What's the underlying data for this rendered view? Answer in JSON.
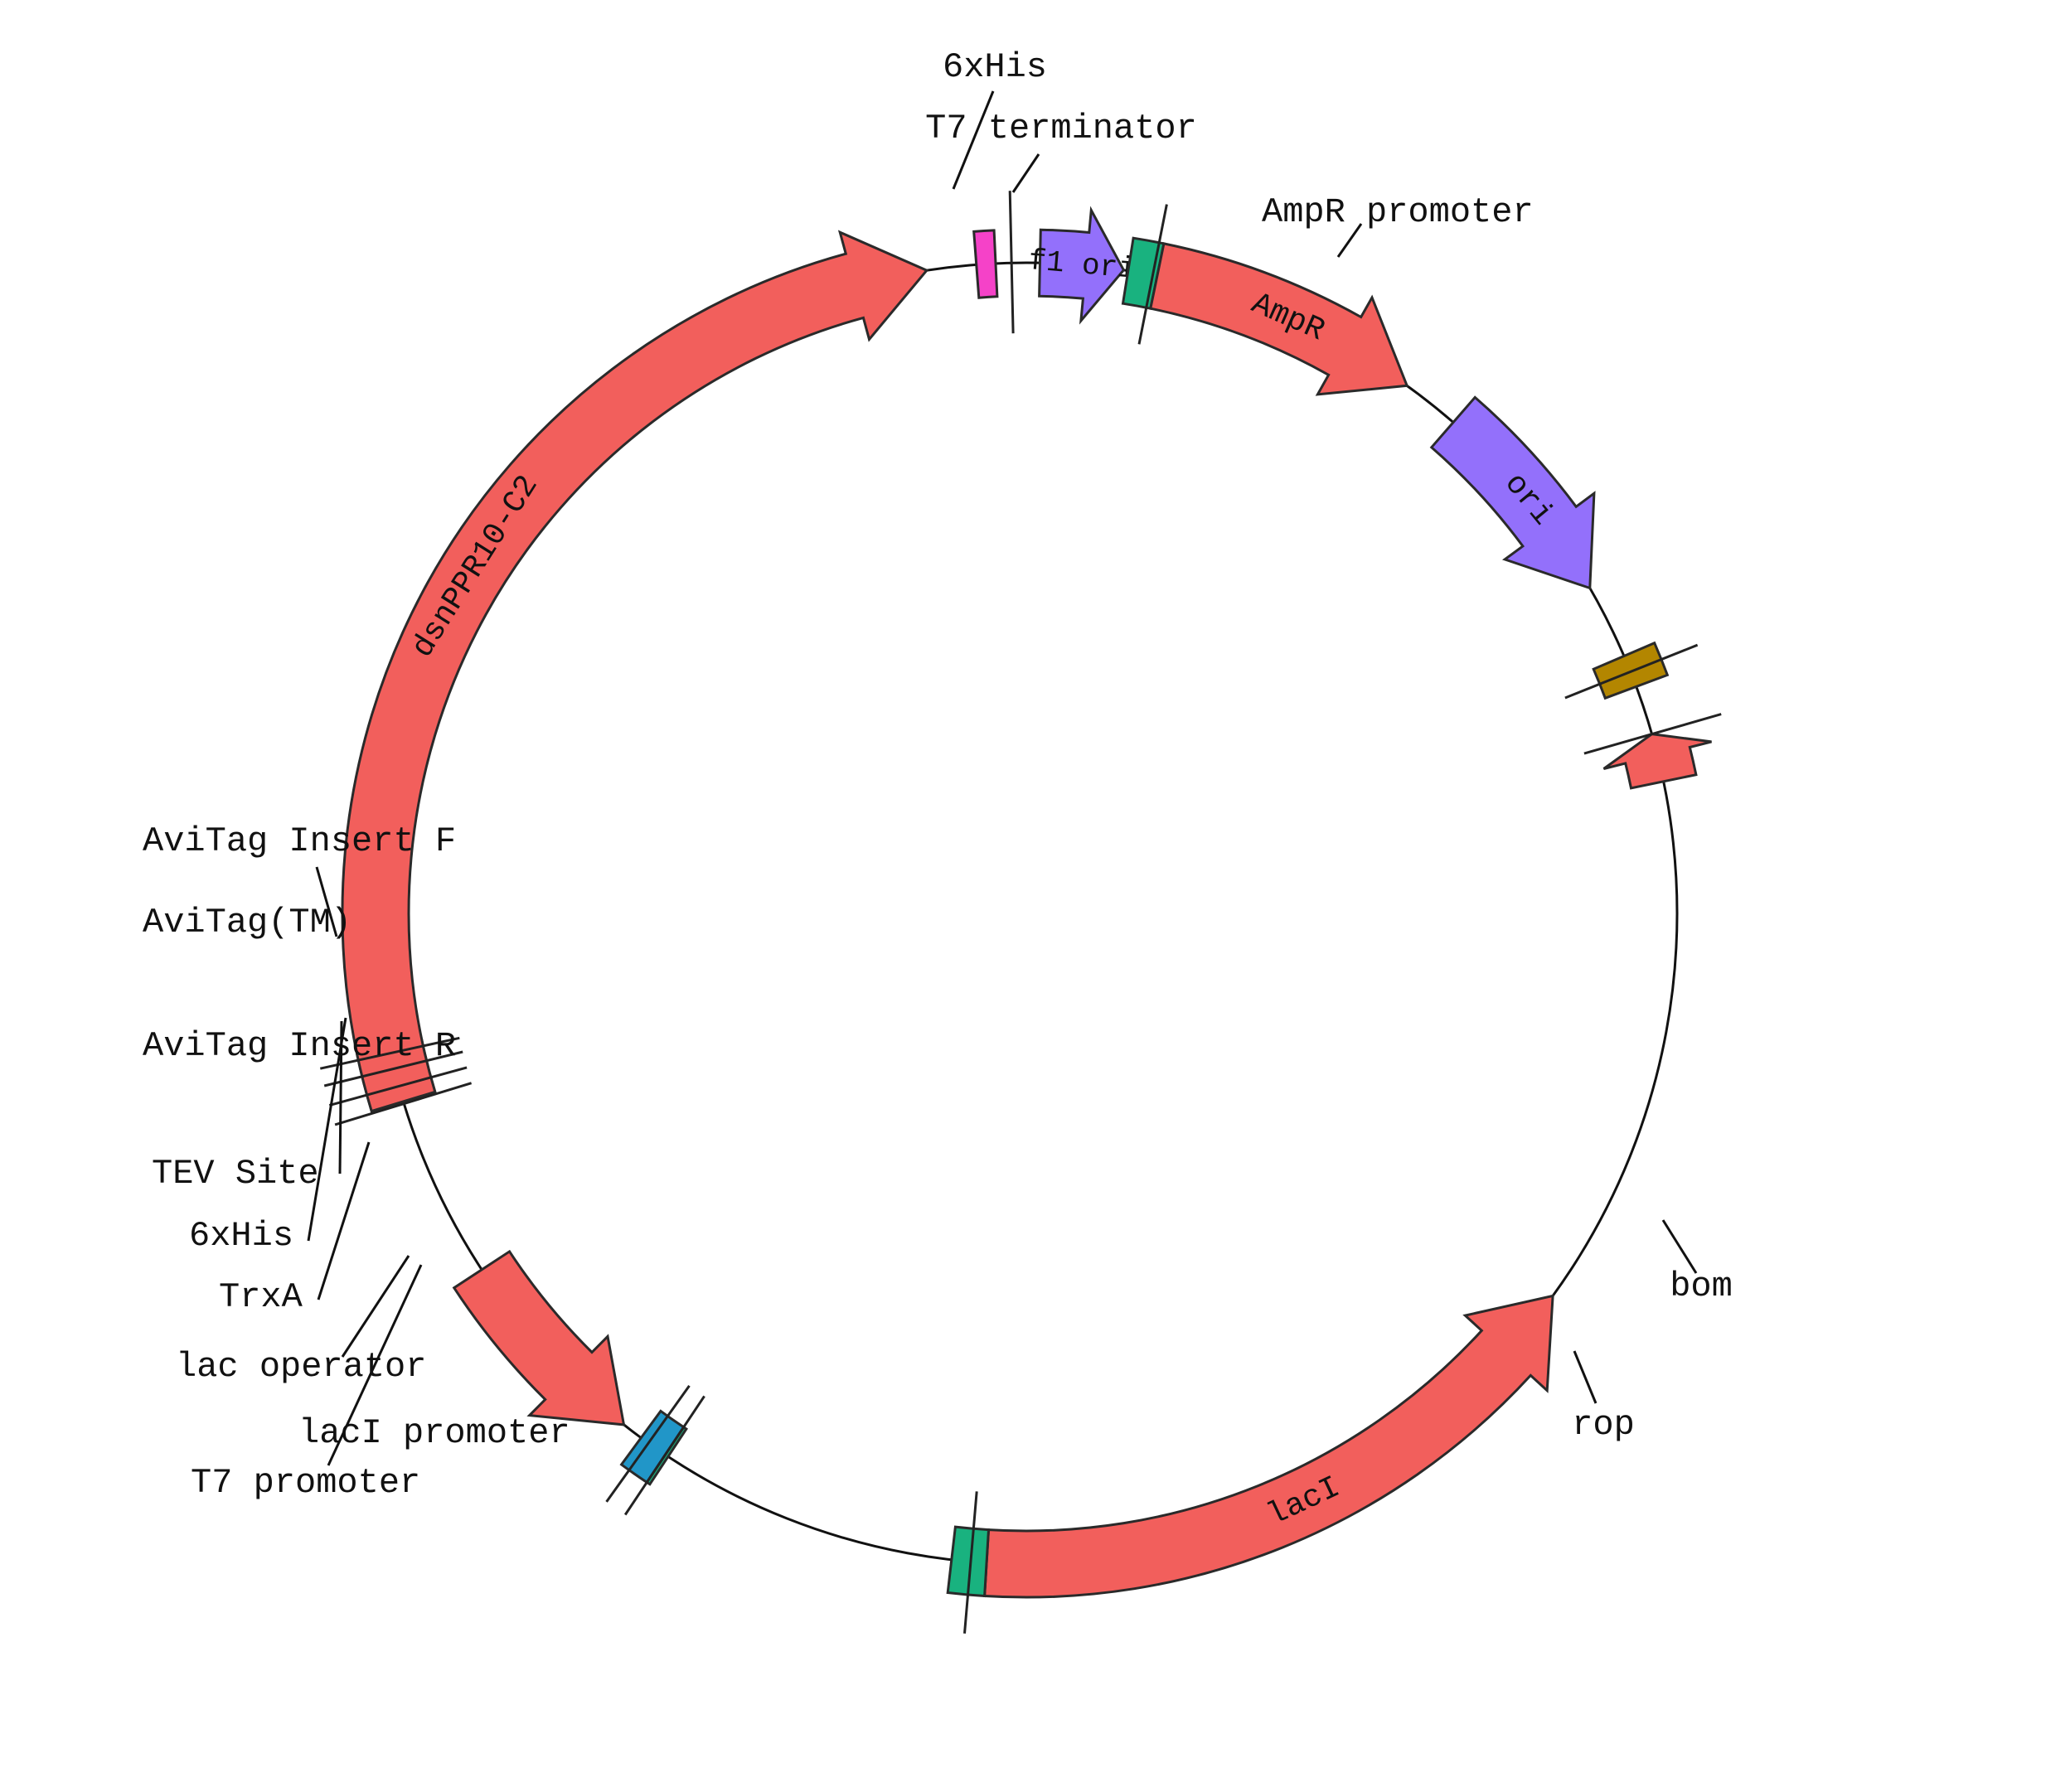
{
  "features": [
    {
      "id": "f1ori",
      "name": "f1 ori",
      "label": "f1 ori",
      "type": "arrow",
      "dir": 1,
      "start": 1.2,
      "end": 8.6,
      "color": "#9370fb",
      "inside": true,
      "font": 36
    },
    {
      "id": "ampr_promoter",
      "name": "AmpR promoter",
      "label": "AmpR promoter",
      "type": "block",
      "start": 9.0,
      "end": 11.6,
      "color": "#19b27f"
    },
    {
      "id": "ampr",
      "name": "AmpR",
      "label": "AmpR",
      "type": "arrow",
      "dir": 1,
      "start": 11.6,
      "end": 35.8,
      "color": "#f25f5c",
      "inside": true,
      "font": 38
    },
    {
      "id": "ori",
      "name": "ori",
      "label": "ori",
      "type": "arrow",
      "dir": 1,
      "start": 41.0,
      "end": 60.0,
      "color": "#9370fb",
      "inside": true,
      "font": 38
    },
    {
      "id": "bom",
      "name": "bom",
      "label": "bom",
      "type": "block",
      "start": 66.7,
      "end": 69.6,
      "color": "#b38600"
    },
    {
      "id": "rop",
      "name": "rop",
      "label": "rop",
      "type": "arrow",
      "dir": -1,
      "start": 74.0,
      "end": 78.3,
      "color": "#f25f5c"
    },
    {
      "id": "laci",
      "name": "lacI",
      "label": "lacI",
      "type": "arrow",
      "dir": -1,
      "start": 126.0,
      "end": 183.5,
      "color": "#f25f5c",
      "inside": true,
      "font": 38
    },
    {
      "id": "laci_promoter",
      "name": "lacI promoter",
      "label": "lacI promoter",
      "type": "block",
      "start": 183.5,
      "end": 186.6,
      "color": "#19b27f"
    },
    {
      "id": "t7_promoter",
      "name": "T7 promoter",
      "label": "T7 promoter",
      "type": "block",
      "start": 213.4,
      "end": 215.0,
      "color": "#19b27f"
    },
    {
      "id": "lac_operator",
      "name": "lac operator",
      "label": "lac operator",
      "type": "block",
      "start": 213.7,
      "end": 216.3,
      "color": "#2196c8"
    },
    {
      "id": "trxa",
      "name": "TrxA",
      "label": "TrxA",
      "type": "arrow",
      "dir": -1,
      "start": 218.2,
      "end": 236.8,
      "color": "#f25f5c"
    },
    {
      "id": "avitag",
      "name": "AviTag(TM)",
      "label": "AviTag(TM)",
      "type": "block",
      "start": 253.2,
      "end": 258.1,
      "color": "#f25f5c"
    },
    {
      "id": "dsnppr",
      "name": "dsnPPR10-C2",
      "label": "dsnPPR10-C2",
      "type": "arrow",
      "dir": 1,
      "start": 253.2,
      "end": 351.2,
      "color": "#f25f5c",
      "inside": true,
      "font": 38
    },
    {
      "id": "his_top",
      "name": "6xHis",
      "label": "6xHis",
      "type": "block",
      "start": 355.6,
      "end": 357.3,
      "color": "#f542c8"
    }
  ],
  "ticks": [
    {
      "name": "T7 terminator",
      "angle": 358.7
    },
    {
      "name": "AmpR promoter",
      "angle": 11.2
    },
    {
      "name": "bom",
      "angle": 68.2
    },
    {
      "name": "rop",
      "angle": 74.0
    },
    {
      "name": "lacI promoter",
      "angle": 184.9
    },
    {
      "name": "T7 promoter",
      "angle": 213.7
    },
    {
      "name": "lac operator",
      "angle": 215.5
    },
    {
      "name": "AviTag Insert F",
      "angle": 253.0
    },
    {
      "name": "AviTag(TM)",
      "angle": 254.6
    },
    {
      "name": "AviTag Insert R",
      "angle": 256.2
    },
    {
      "name": "TEV Site",
      "angle": 257.6
    }
  ],
  "labels": [
    {
      "id": "his_top",
      "text": "6xHis"
    },
    {
      "id": "t7_terminator",
      "text": "T7 terminator"
    },
    {
      "id": "ampr_promoter",
      "text": "AmpR promoter"
    },
    {
      "id": "bom",
      "text": "bom"
    },
    {
      "id": "rop",
      "text": "rop"
    },
    {
      "id": "avitag_insert_f",
      "text": "AviTag Insert F"
    },
    {
      "id": "avitag_tm",
      "text": "AviTag(TM)"
    },
    {
      "id": "avitag_insert_r",
      "text": "AviTag Insert R"
    },
    {
      "id": "tev_site",
      "text": "TEV Site"
    },
    {
      "id": "his_left",
      "text": "6xHis"
    },
    {
      "id": "trxa",
      "text": "TrxA"
    },
    {
      "id": "lac_operator",
      "text": "lac operator"
    },
    {
      "id": "laci_promoter",
      "text": "lacI promoter"
    },
    {
      "id": "t7_promoter",
      "text": "T7 promoter"
    }
  ]
}
